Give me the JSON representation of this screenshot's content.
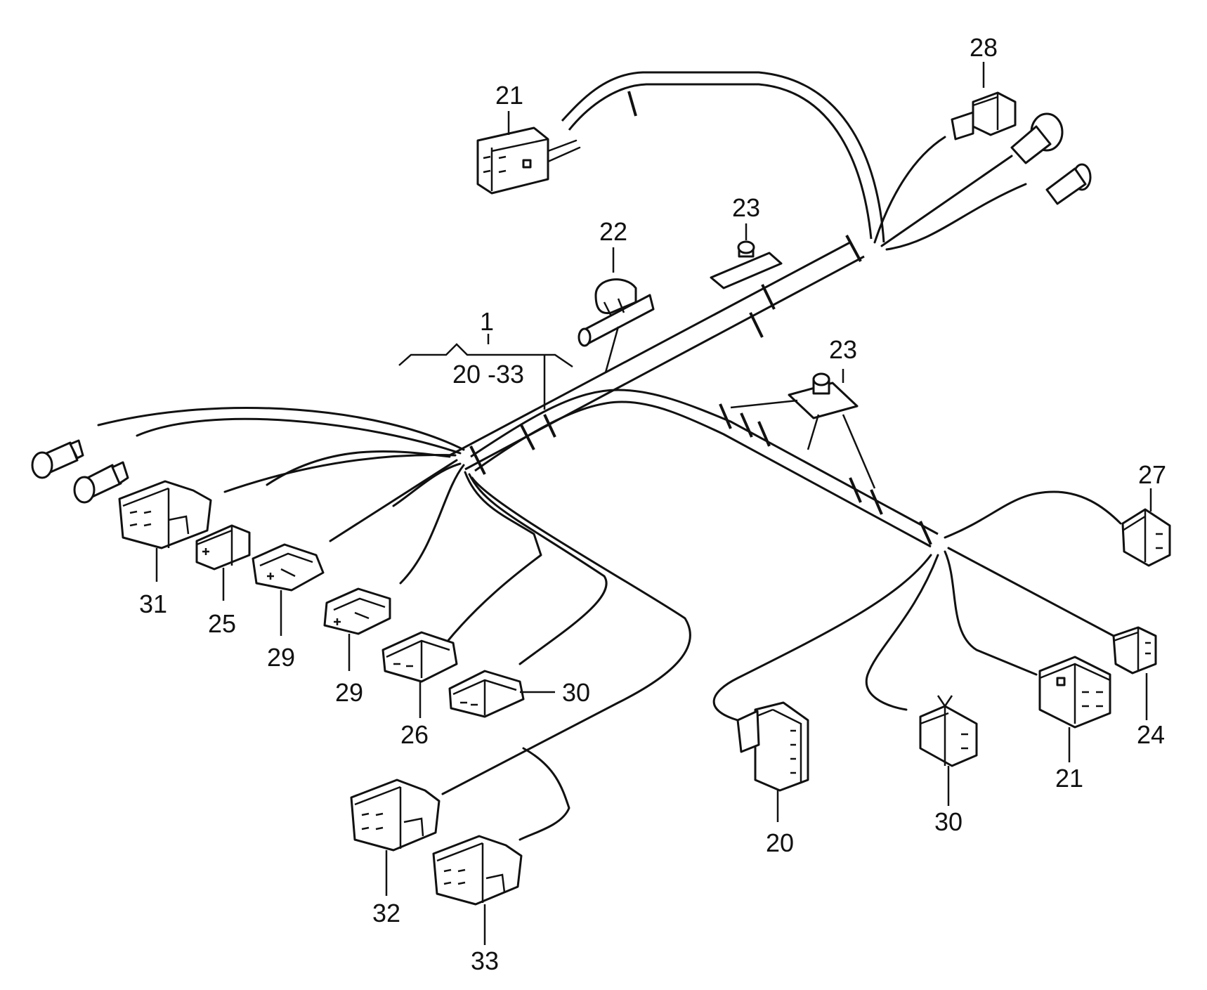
{
  "group": {
    "number": "1",
    "range": "20 -33"
  },
  "callouts": {
    "c21_top": "21",
    "c28": "28",
    "c23_top": "23",
    "c22": "22",
    "c23_mid": "23",
    "c27": "27",
    "c31": "31",
    "c25": "25",
    "c29_a": "29",
    "c29_b": "29",
    "c26": "26",
    "c30_left": "30",
    "c24": "24",
    "c21_right": "21",
    "c30_right": "30",
    "c20": "20",
    "c32": "32",
    "c33": "33"
  }
}
